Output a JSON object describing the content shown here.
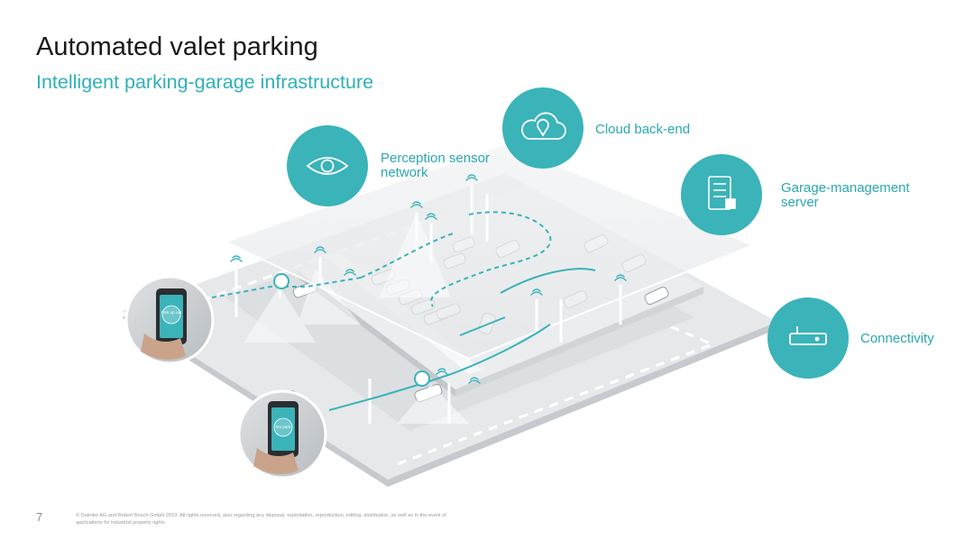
{
  "slide": {
    "title": "Automated valet parking",
    "subtitle": "Intelligent parking-garage infrastructure",
    "page_number": "7",
    "copyright": "© Daimler AG and Robert Bosch GmbH 2019. All rights reserved, also regarding any disposal, exploitation, reproduction, editing, distribution, as well as in the event of applications for industrial property rights"
  },
  "features": [
    {
      "label": "Perception sensor\nnetwork",
      "icon": "eye-icon"
    },
    {
      "label": "Cloud back-end",
      "icon": "cloud-location-icon"
    },
    {
      "label": "Garage-management\nserver",
      "icon": "server-icon"
    },
    {
      "label": "Connectivity",
      "icon": "router-icon"
    }
  ],
  "phones": [
    {
      "screen_text": "Pick up car",
      "icon": "smartphone-icon"
    },
    {
      "screen_text": "Go park",
      "icon": "smartphone-icon"
    }
  ],
  "colors": {
    "accent": "#3ab3b9",
    "title": "#1a1a1a",
    "label": "#2aa8b0",
    "platform": "#e8eaec",
    "platform_shadow": "#c9cdd1"
  }
}
